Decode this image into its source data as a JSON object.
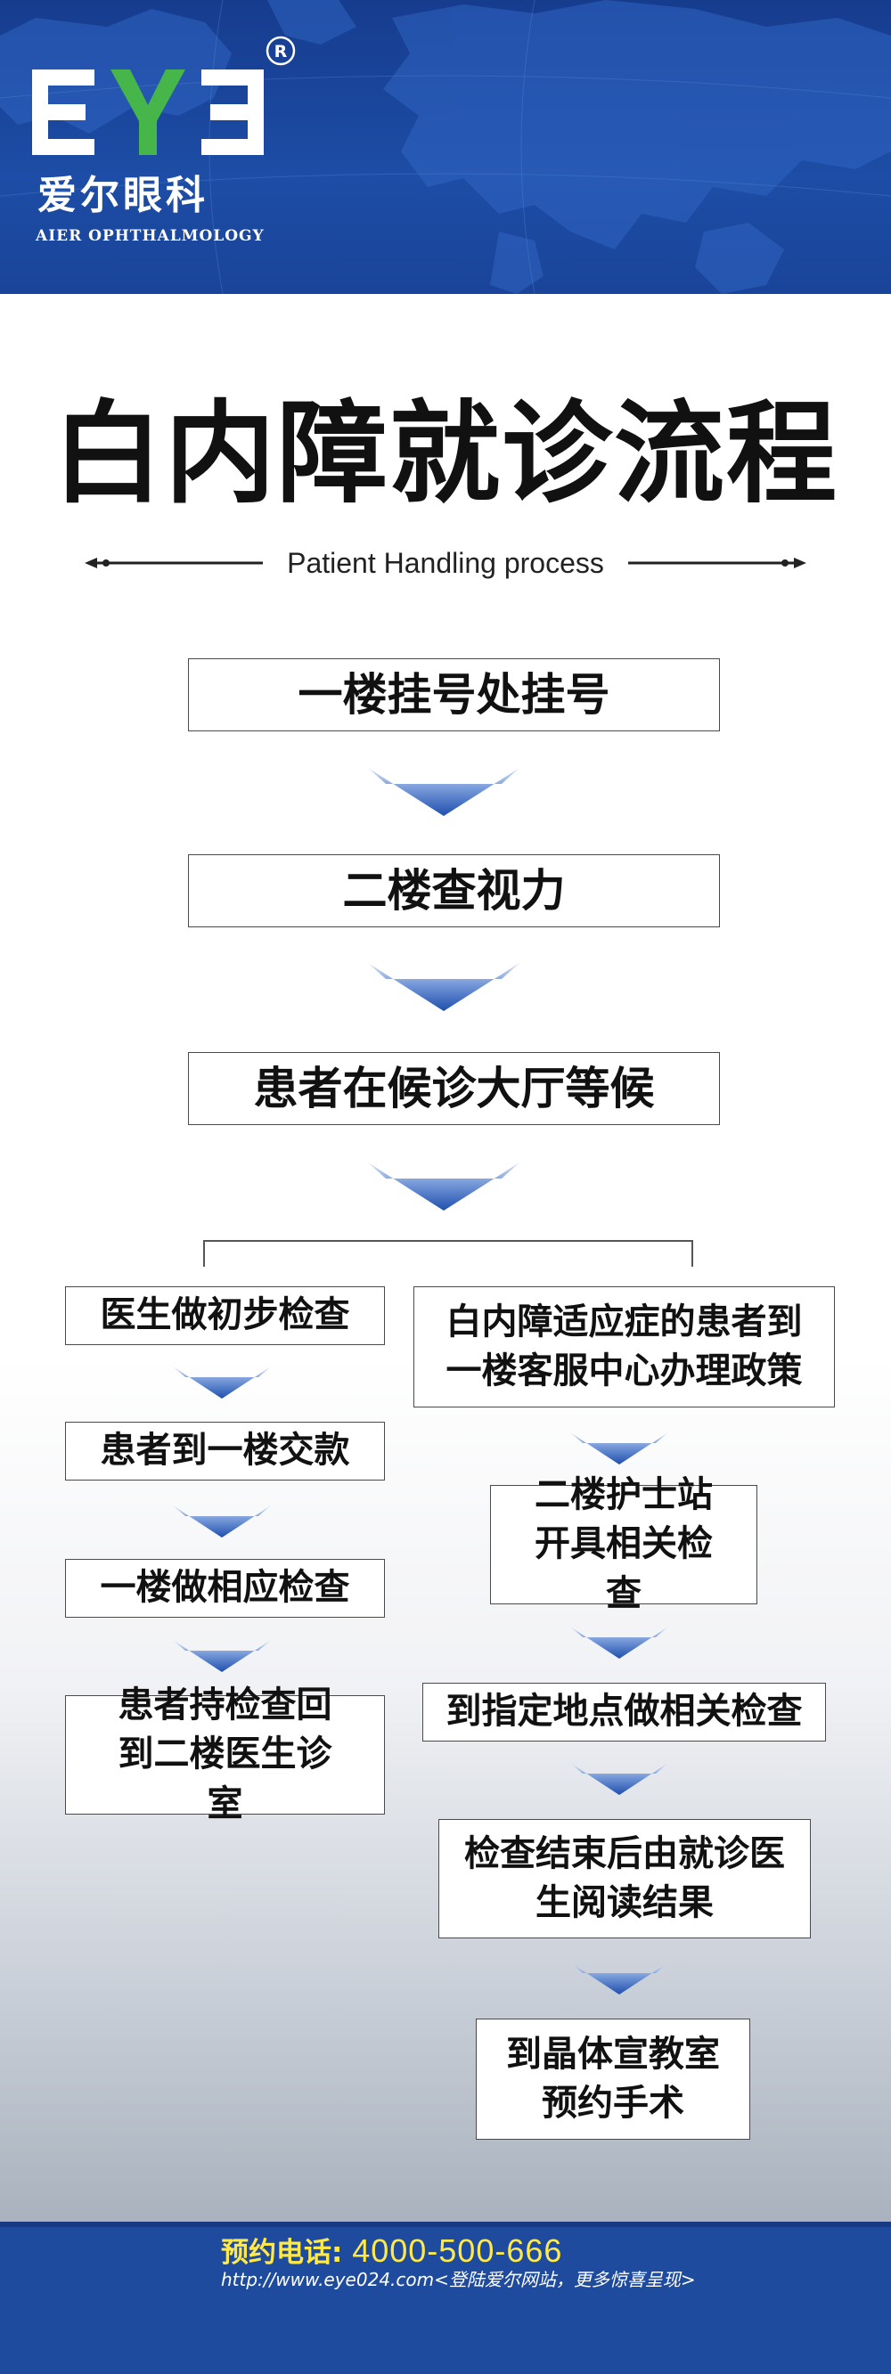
{
  "brand": {
    "mark": "EYE",
    "name_cn": "爱尔眼科",
    "name_en": "AIER OPHTHALMOLOGY",
    "registered_symbol": "R",
    "primary_color": "#1d4da6",
    "accent_color": "#ffe94a"
  },
  "title": "白内障就诊流程",
  "subtitle": "Patient Handling process",
  "main_flow": [
    "一楼挂号处挂号",
    "二楼查视力",
    "患者在候诊大厅等候"
  ],
  "left_branch": [
    "医生做初步检查",
    "患者到一楼交款",
    "一楼做相应检查",
    "患者持检查回到二楼医生诊室"
  ],
  "right_branch": [
    "白内障适应症的患者到一楼客服中心办理政策",
    "二楼护士站开具相关检查",
    "到指定地点做相关检查",
    "检查结束后由就诊医生阅读结果",
    "到晶体宣教室预约手术"
  ],
  "footer": {
    "phone_label": "预约电话:",
    "phone_number": "4000-500-666",
    "url_text": "http://www.eye024.com<登陆爱尔网站，更多惊喜呈现>"
  }
}
